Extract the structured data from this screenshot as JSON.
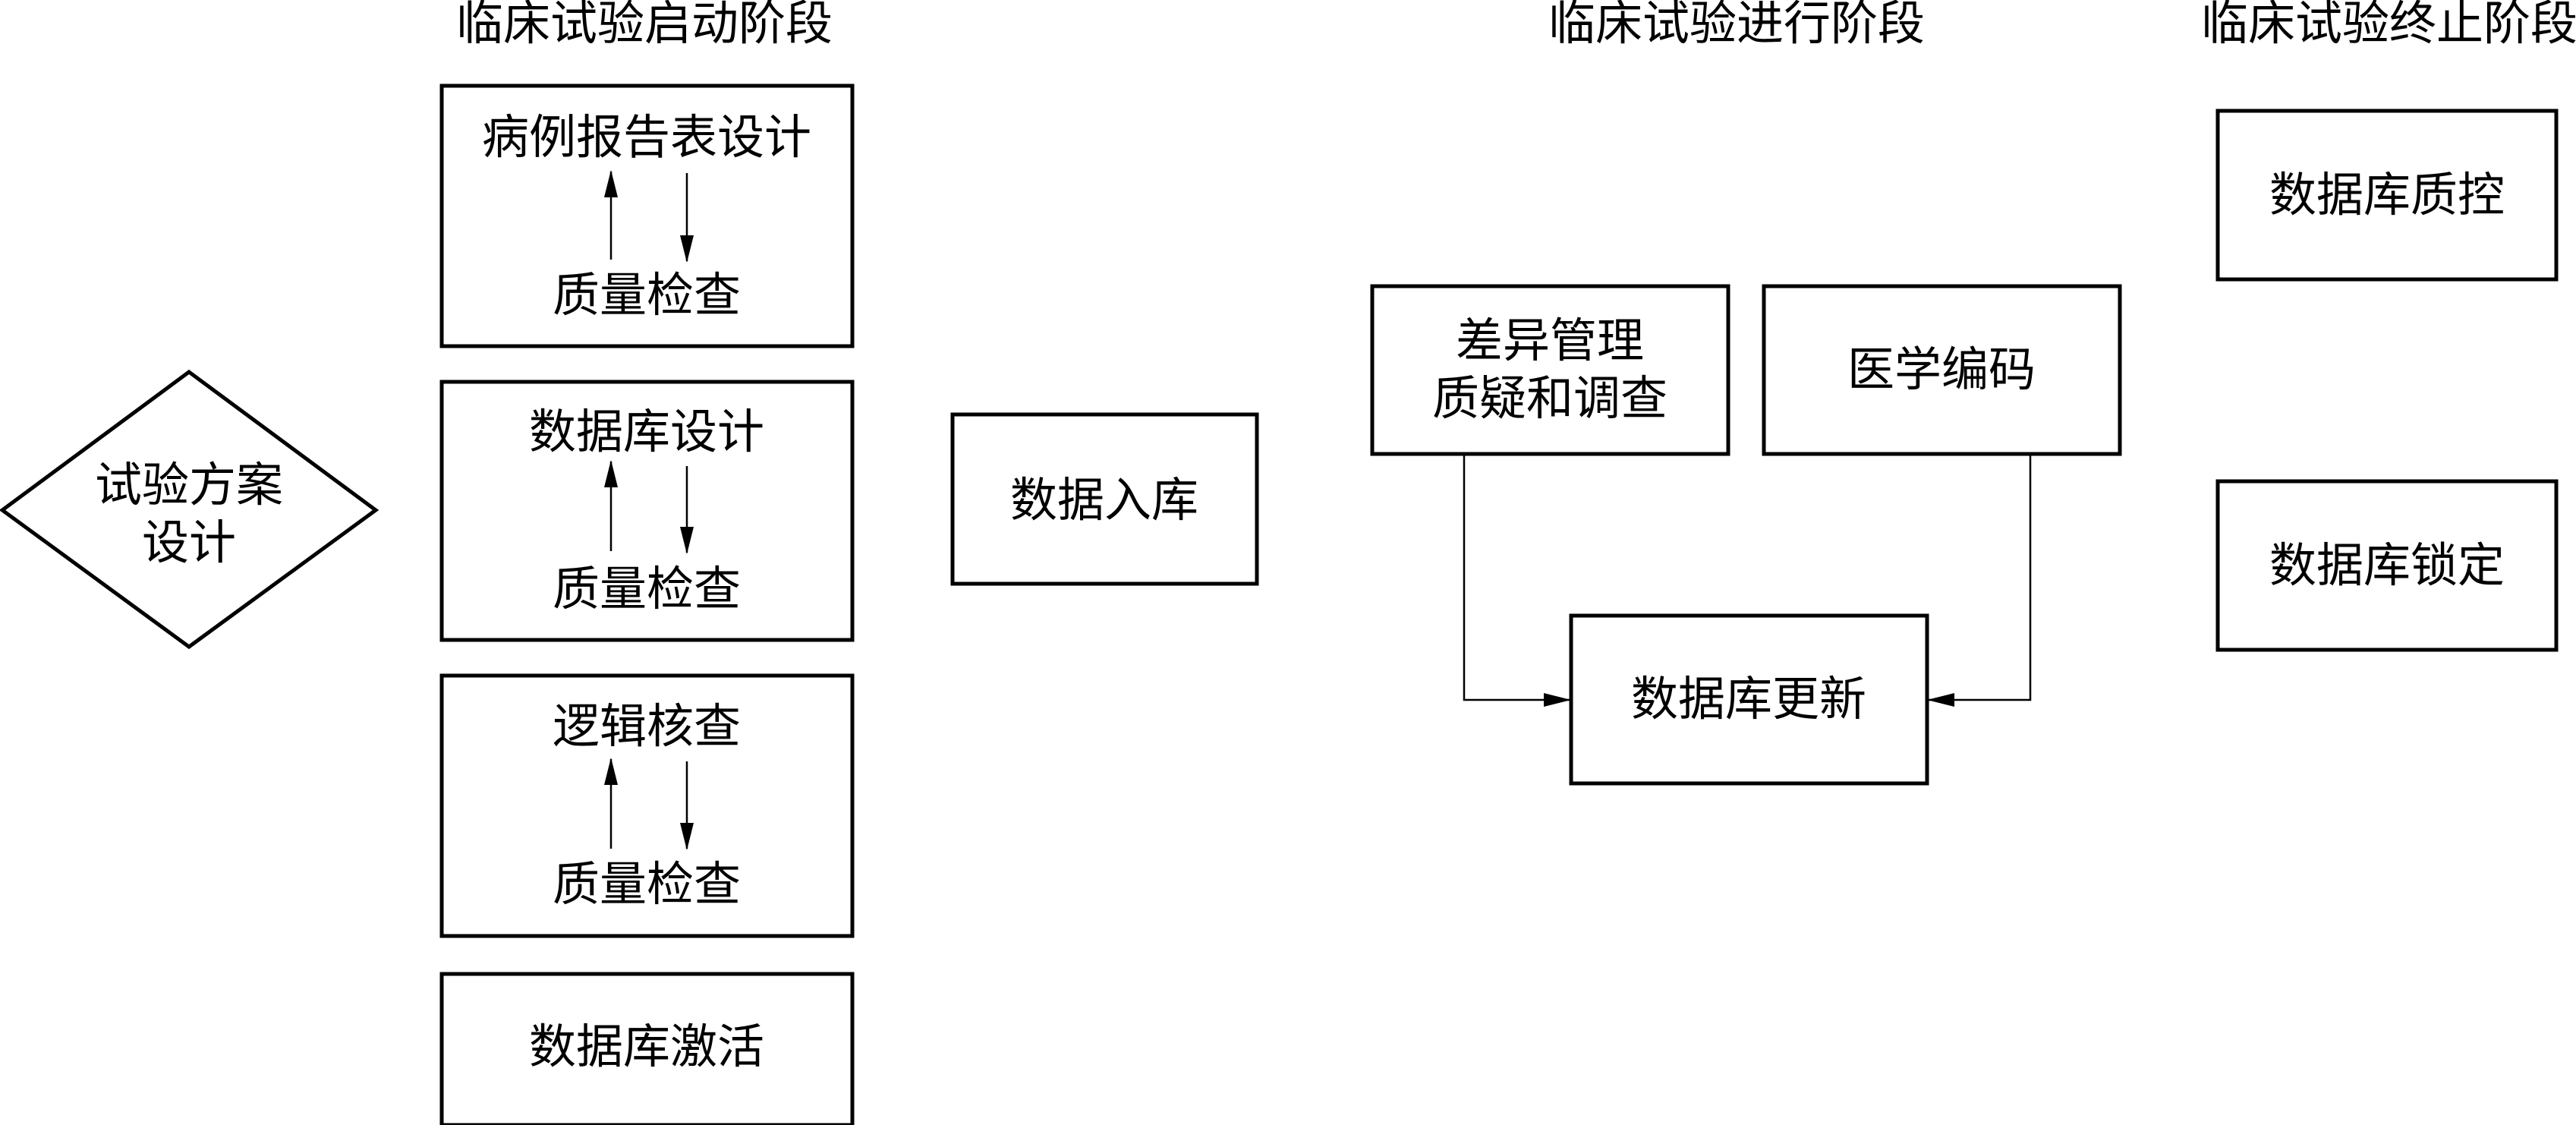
{
  "stages": {
    "startup": "临床试验启动阶段",
    "ongoing": "临床试验进行阶段",
    "closing": "临床试验终止阶段"
  },
  "nodes": {
    "protocol_line1": "试验方案",
    "protocol_line2": "设计",
    "crf_design": "病例报告表设计",
    "qc1": "质量检查",
    "db_design": "数据库设计",
    "qc2": "质量检查",
    "logic_check": "逻辑核查",
    "qc3": "质量检查",
    "db_activation": "数据库激活",
    "data_entry": "数据入库",
    "discrepancy_line1": "差异管理",
    "discrepancy_line2": "质疑和调查",
    "medical_coding": "医学编码",
    "db_update": "数据库更新",
    "db_qc": "数据库质控",
    "db_lock": "数据库锁定"
  },
  "colors": {
    "line": "#000000",
    "fill": "#ffffff",
    "text": "#000000"
  }
}
